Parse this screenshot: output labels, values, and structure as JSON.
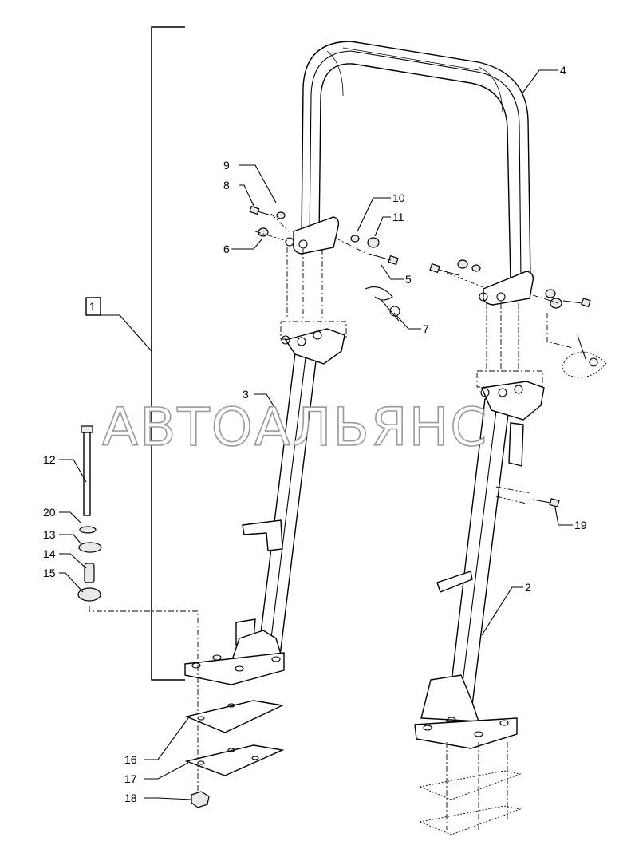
{
  "watermark": "АВТОАЛЬЯНС",
  "group_label": "1",
  "callouts": [
    {
      "id": "c4",
      "text": "4"
    },
    {
      "id": "c9",
      "text": "9"
    },
    {
      "id": "c8",
      "text": "8"
    },
    {
      "id": "c6",
      "text": "6"
    },
    {
      "id": "c10",
      "text": "10"
    },
    {
      "id": "c11",
      "text": "11"
    },
    {
      "id": "c5",
      "text": "5"
    },
    {
      "id": "c7",
      "text": "7"
    },
    {
      "id": "c3",
      "text": "3"
    },
    {
      "id": "c12",
      "text": "12"
    },
    {
      "id": "c20",
      "text": "20"
    },
    {
      "id": "c13",
      "text": "13"
    },
    {
      "id": "c14",
      "text": "14"
    },
    {
      "id": "c15",
      "text": "15"
    },
    {
      "id": "c19",
      "text": "19"
    },
    {
      "id": "c2",
      "text": "2"
    },
    {
      "id": "c16",
      "text": "16"
    },
    {
      "id": "c17",
      "text": "17"
    },
    {
      "id": "c18",
      "text": "18"
    }
  ]
}
